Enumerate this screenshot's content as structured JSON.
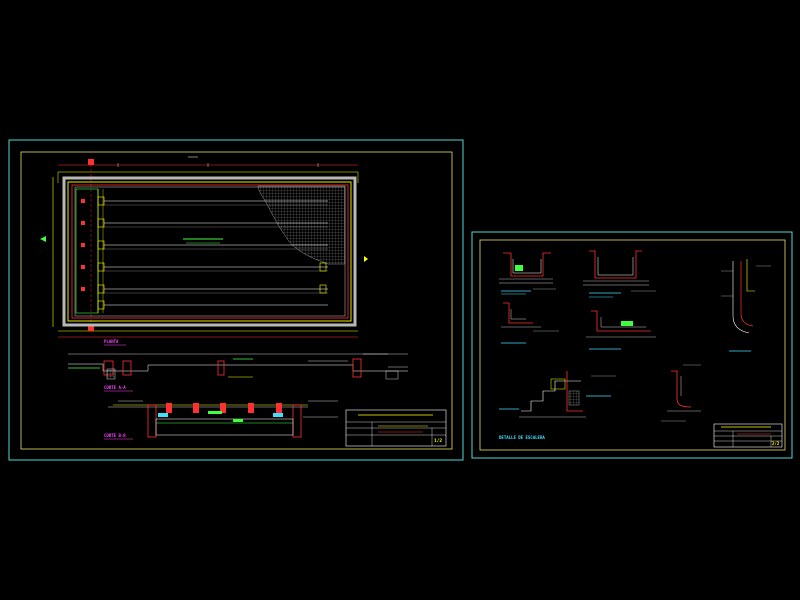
{
  "canvas": {
    "background": "#000000"
  },
  "colors": {
    "frame": "#4fd8d8",
    "border_yellow": "#e8e060",
    "pool_red": "#ff3030",
    "pool_yellow": "#ffff00",
    "pool_gray": "#b8b8b8",
    "pool_white": "#ffffff",
    "pool_magenta": "#ff40ff",
    "pool_green": "#40ff40",
    "pool_cyan": "#40e0ff",
    "pool_blue": "#4060ff",
    "hatch": "#9a9a9a"
  },
  "sheet_left": {
    "plan_label": "PLANTA",
    "section_aa_label": "CORTE A-A",
    "section_bb_label": "CORTE B-B",
    "sheet_number": "1/2"
  },
  "sheet_right": {
    "detail_label": "DETALLE DE ESCALERA",
    "sheet_number": "2/2"
  }
}
